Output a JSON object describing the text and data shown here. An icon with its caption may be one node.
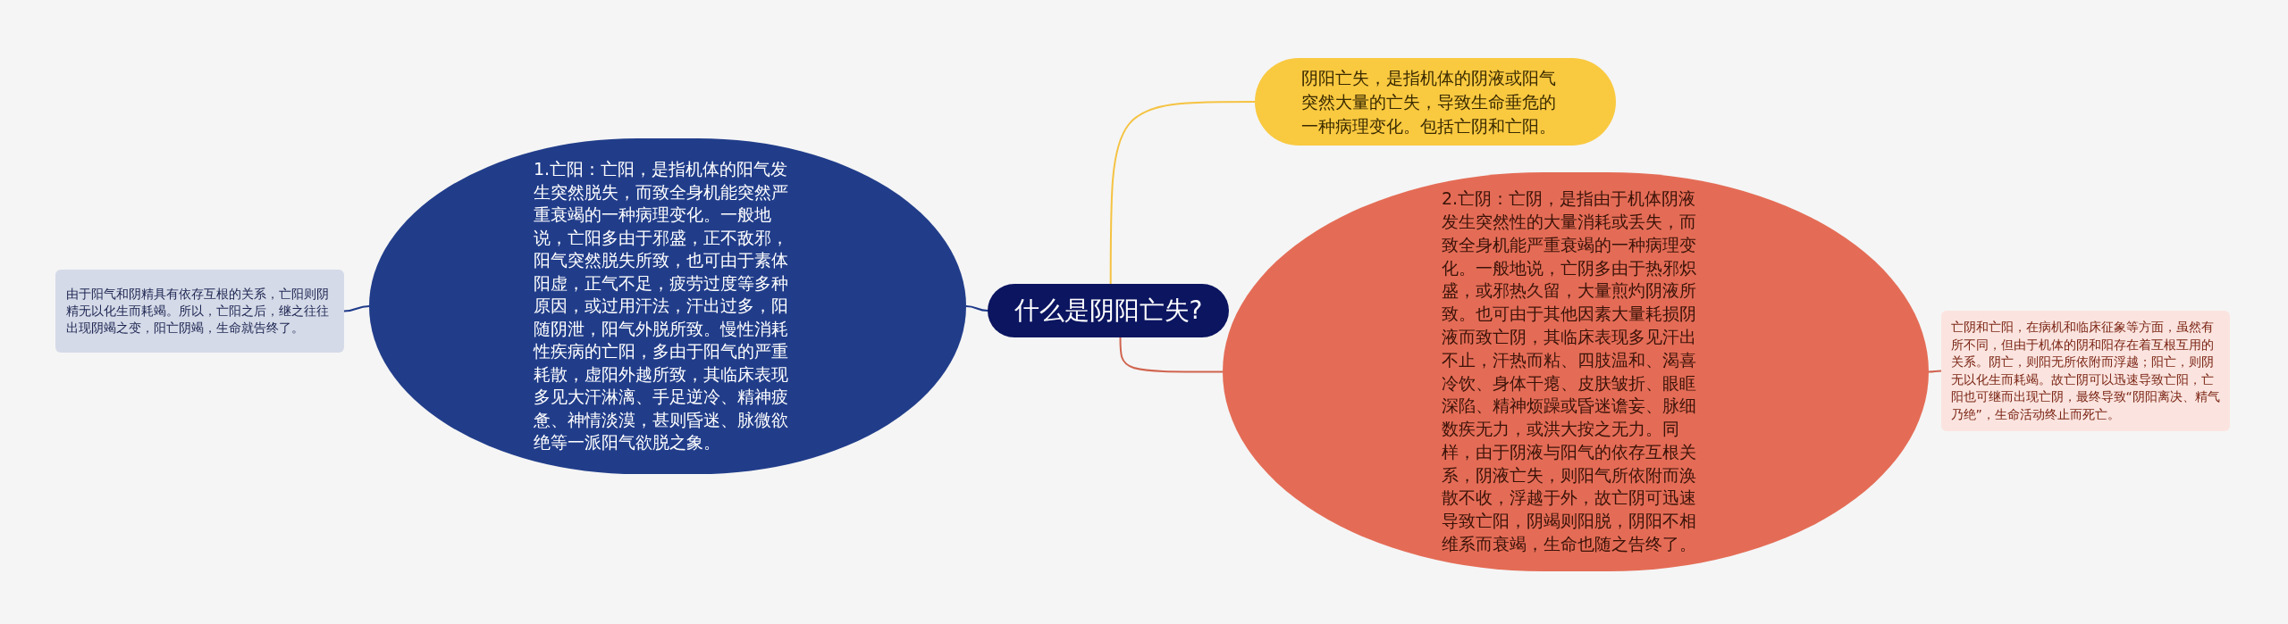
{
  "diagram": {
    "nodes": [
      {
        "text": [
          "什么是阴阳亡失?"
        ]
      },
      {
        "text": [
          "阴阳亡失，是指机体的阴液或阳气突然大量的亡失，导致生命垂危的一种病理变化。包括亡阴和亡阳。"
        ]
      },
      {
        "text": [
          "1.亡阳：亡阳，是指机体的阳气发生突然脱失，而致全身机能突然严重衰竭的一种病理变化。一般地说，亡阳多由于邪盛，正不敌邪，阳气突然脱失所致，也可由于素体阳虚，正气不足，疲劳过度等多种原因，或过用汗法，汗出过多，阳随阴泄，阳气外脱所致。慢性消耗性疾病的亡阳，多由于阳气的严重耗散，虚阳外越所致，其临床表现多见大汗淋漓、手足逆冷、精神疲惫、神情淡漠，甚则昏迷、脉微欲绝等一派阳气欲脱之象。"
        ]
      },
      {
        "text": [
          "由于阳气和阴精具有依存互根的关系，亡阳则阴精无以化生而耗竭。所以，亡阳之后，继之往往出现阴竭之变，阳亡阴竭，生命就告终了。"
        ]
      },
      {
        "text": [
          "2.亡阴：亡阴，是指由于机体阴液发生突然性的大量消耗或丢失，而致全身机能严重衰竭的一种病理变化。一般地说，亡阴多由于热邪炽盛，或邪热久留，大量煎灼阴液所致。也可由于其他因素大量耗损阴液而致亡阴，其临床表现多见汗出不止，汗热而粘、四肢温和、渴喜冷饮、身体干瘪、皮肤皱折、眼眶深陷、精神烦躁或昏迷谵妄、脉细数疾无力，或洪大按之无力。同样，由于阴液与阳气的依存互根关系，阴液亡失，则阳气所依附而涣散不收，浮越于外，故亡阴可迅速导致亡阳，阴竭则阳脱，阴阳不相维系而衰竭，生命也随之告终了。"
        ]
      },
      {
        "text": [
          "亡阴和亡阳，在病机和临床征象等方面，虽然有所不同，但由于机体的阴和阳存在着互根互用的关系。阴亡，则阳无所依附而浮越；阳亡，则阴无以化生而耗竭。故亡阴可以迅速导致亡阳，亡阳也可继而出现亡阴，最终导致“阴阳离决、精气乃绝”，生命活动终止而死亡。"
        ]
      }
    ],
    "edges": [
      {
        "from": 0,
        "to": 1,
        "arrow": "none",
        "color": "#f5c342"
      },
      {
        "from": 0,
        "to": 2,
        "arrow": "none",
        "color": "#1f3a8a"
      },
      {
        "from": 0,
        "to": 4,
        "arrow": "none",
        "color": "#d0644f"
      },
      {
        "from": 2,
        "to": 3,
        "arrow": "none",
        "color": "#1f3a8a"
      },
      {
        "from": 4,
        "to": 5,
        "arrow": "none",
        "color": "#d0644f"
      }
    ]
  }
}
